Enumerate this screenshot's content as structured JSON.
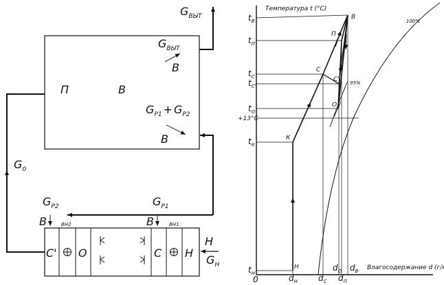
{
  "scheme": {
    "exhaust_top": {
      "G": "G",
      "sub": "ВЫТ"
    },
    "exhaust_inner": {
      "G": "G",
      "sub": "ВЫТ"
    },
    "room_P": "П",
    "room_V": "В",
    "arrow_V1": "В",
    "supply": {
      "g1": "G",
      "s1": "P1",
      "plus": "+",
      "g2": "G",
      "s2": "P2"
    },
    "arrow_V2": "В",
    "recirc": {
      "G": "G",
      "sub": "0"
    },
    "gp2": {
      "G": "G",
      "sub": "P2"
    },
    "gp1": {
      "G": "G",
      "sub": "P1"
    },
    "b_left": "В",
    "b_right": "В",
    "vn2": "ВН2",
    "vn1": "ВН1",
    "unit": {
      "c_prime": "С'",
      "o": "О",
      "c": "С",
      "h": "Н"
    },
    "outdoor_H": "Н",
    "outdoor_G": {
      "G": "G",
      "sub": "Н"
    }
  },
  "chart": {
    "title": "Температура t (°С)",
    "xlabel": "Влагосодержание d (г/кг)",
    "origin": "0",
    "t_labels": [
      "t",
      "t",
      "t",
      "t",
      "t",
      "+13°С",
      "t",
      "t"
    ],
    "t_subs": [
      "В",
      "П",
      "С",
      "С'",
      "О",
      "",
      "К",
      "Н"
    ],
    "d_labels": [
      "d",
      "d",
      "d",
      "d",
      "d"
    ],
    "d_subs": [
      "Н",
      "С",
      "О",
      "П",
      "В"
    ],
    "pts": {
      "B": "В",
      "P": "П",
      "C": "С",
      "Cp": "С'",
      "O": "О",
      "K": "К",
      "H": "Н"
    },
    "rh100": "100%",
    "rh95": "95%"
  }
}
